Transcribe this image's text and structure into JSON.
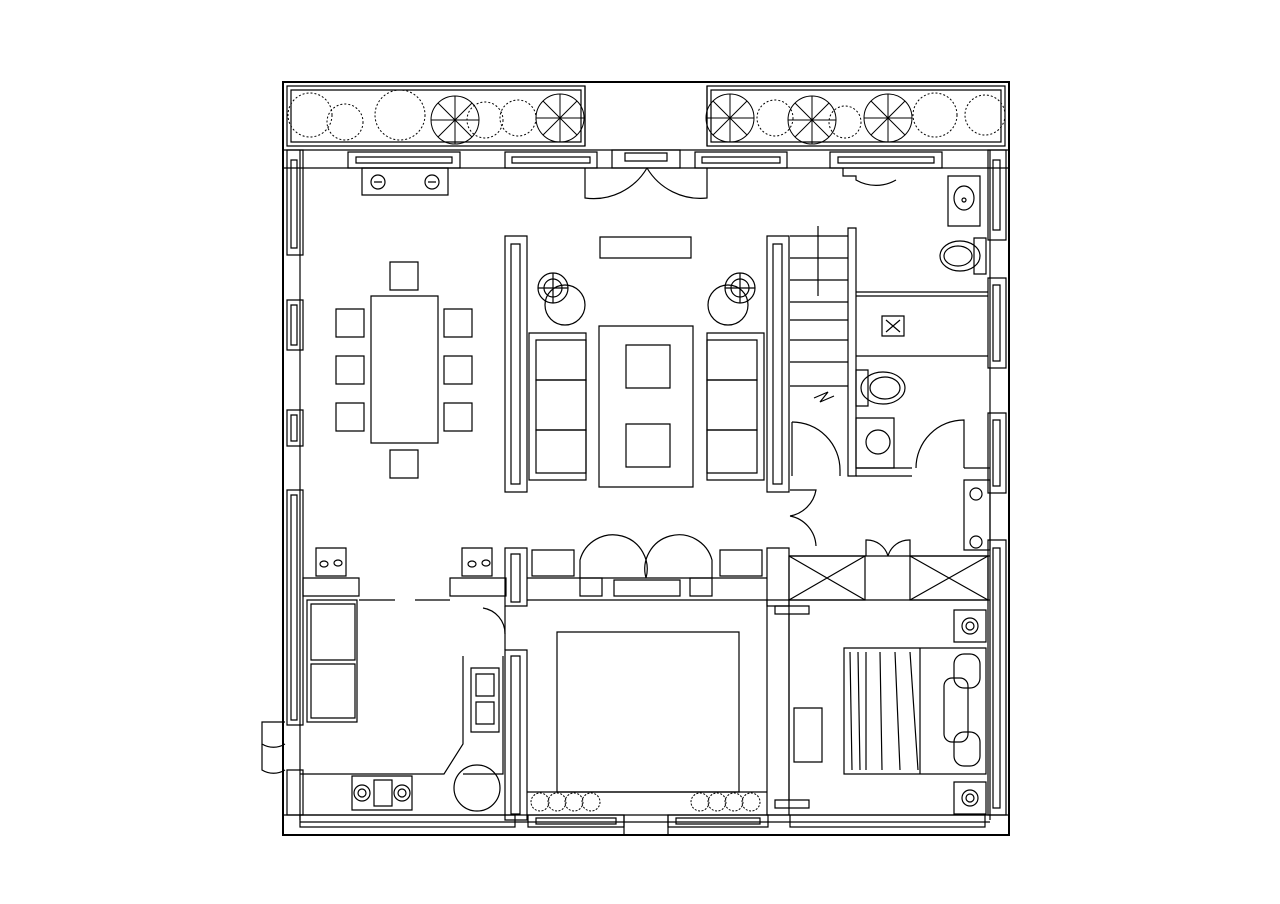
{
  "drawing": {
    "type": "architectural-floor-plan",
    "line_color": "#000000",
    "background": "#ffffff",
    "rooms": [
      "living-room",
      "dining-area",
      "staircase",
      "bathroom-upper",
      "bathroom-lower",
      "kitchen",
      "bedroom-center",
      "bedroom-right",
      "garden-planter-left",
      "garden-planter-right"
    ],
    "icons": [
      "door-swing-icon",
      "toilet-icon",
      "sink-icon",
      "sofa-icon",
      "chair-icon",
      "bed-icon",
      "stove-icon",
      "shrub-icon",
      "tree-icon",
      "lamp-icon"
    ]
  }
}
